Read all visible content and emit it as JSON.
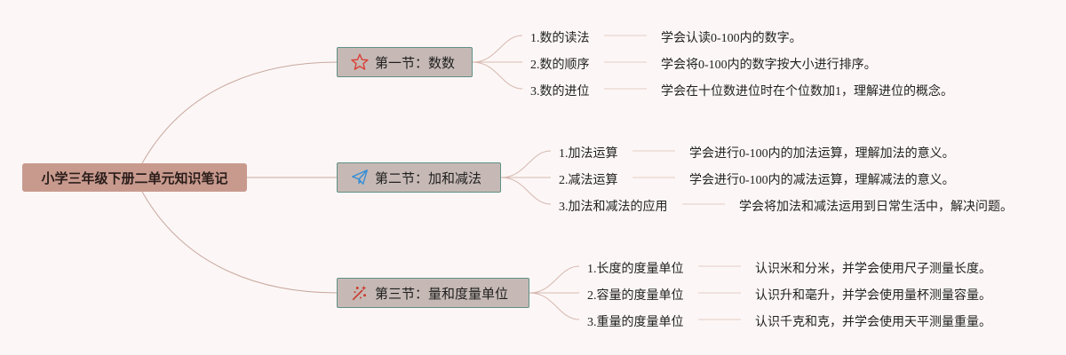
{
  "root": {
    "label": "小学三年级下册二单元知识笔记"
  },
  "sections": [
    {
      "label": "第一节：数数",
      "icon": "star-icon",
      "items": [
        {
          "label": "1.数的读法",
          "desc": "学会认读0-100内的数字。"
        },
        {
          "label": "2.数的顺序",
          "desc": "学会将0-100内的数字按大小进行排序。"
        },
        {
          "label": "3.数的进位",
          "desc": "学会在十位数进位时在个位数加1，理解进位的概念。"
        }
      ]
    },
    {
      "label": "第二节：加和减法",
      "icon": "paper-plane-icon",
      "items": [
        {
          "label": "1.加法运算",
          "desc": "学会进行0-100内的加法运算，理解加法的意义。"
        },
        {
          "label": "2.减法运算",
          "desc": "学会进行0-100内的减法运算，理解减法的意义。"
        },
        {
          "label": "3.加法和减法的应用",
          "desc": "学会将加法和减法运用到日常生活中，解决问题。"
        }
      ]
    },
    {
      "label": "第三节：量和度量单位",
      "icon": "sparkles-icon",
      "items": [
        {
          "label": "1.长度的度量单位",
          "desc": "认识米和分米，并学会使用尺子测量长度。"
        },
        {
          "label": "2.容量的度量单位",
          "desc": "认识升和毫升，并学会使用量杯测量容量。"
        },
        {
          "label": "3.重量的度量单位",
          "desc": "认识千克和克，并学会使用天平测量重量。"
        }
      ]
    }
  ],
  "colors": {
    "background": "#fcf7f6",
    "root_fill": "#c89a8e",
    "section_fill": "#c6b9b5",
    "section_border": "#5f8f86",
    "connector": "#d7b8b0",
    "star": "#d9433a",
    "plane": "#3a8fd6",
    "sparkles": "#c93a2e"
  }
}
